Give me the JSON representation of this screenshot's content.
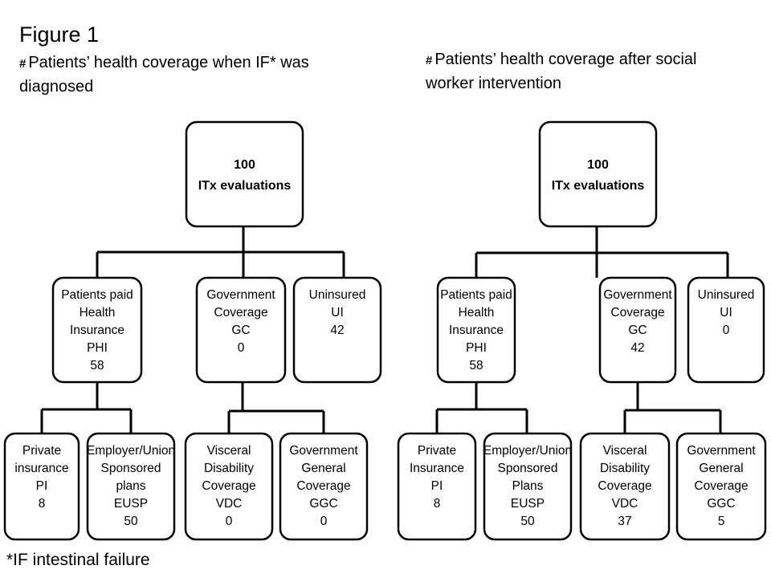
{
  "figure_title": "Figure 1",
  "footnote": "*IF intestinal failure",
  "trees": [
    {
      "hash": "#",
      "subtitle_lines": [
        "Patients’ health coverage when IF* was",
        "diagnosed"
      ],
      "root": {
        "lines": [
          "100",
          "ITx evaluations"
        ]
      },
      "level1": [
        {
          "lines": [
            "Patients paid",
            "Health",
            "Insurance",
            "PHI",
            "58"
          ]
        },
        {
          "lines": [
            "Government",
            "Coverage",
            "GC",
            "0"
          ]
        },
        {
          "lines": [
            "Uninsured",
            "UI",
            "42"
          ]
        }
      ],
      "level2_phi": [
        {
          "lines": [
            "Private",
            "insurance",
            "PI",
            "8"
          ]
        },
        {
          "lines": [
            "Employer/Union",
            "Sponsored",
            "plans",
            "EUSP",
            "50"
          ]
        }
      ],
      "level2_gc": [
        {
          "lines": [
            "Visceral",
            "Disability",
            "Coverage",
            "VDC",
            "0"
          ]
        },
        {
          "lines": [
            "Government",
            "General",
            "Coverage",
            "GGC",
            "0"
          ]
        }
      ]
    },
    {
      "hash": "#",
      "subtitle_lines": [
        "Patients’ health coverage after social",
        "worker intervention"
      ],
      "root": {
        "lines": [
          "100",
          "ITx evaluations"
        ]
      },
      "level1": [
        {
          "lines": [
            "Patients paid",
            "Health",
            "Insurance",
            "PHI",
            "58"
          ]
        },
        {
          "lines": [
            "Government",
            "Coverage",
            "GC",
            "42"
          ]
        },
        {
          "lines": [
            "Uninsured",
            "UI",
            "0"
          ]
        }
      ],
      "level2_phi": [
        {
          "lines": [
            "Private",
            "Insurance",
            "PI",
            "8"
          ]
        },
        {
          "lines": [
            "Employer/Union",
            "Sponsored",
            "Plans",
            "EUSP",
            "50"
          ]
        }
      ],
      "level2_gc": [
        {
          "lines": [
            "Visceral",
            "Disability",
            "Coverage",
            "VDC",
            "37"
          ]
        },
        {
          "lines": [
            "Government",
            "General",
            "Coverage",
            "GGC",
            "5"
          ]
        }
      ]
    }
  ]
}
